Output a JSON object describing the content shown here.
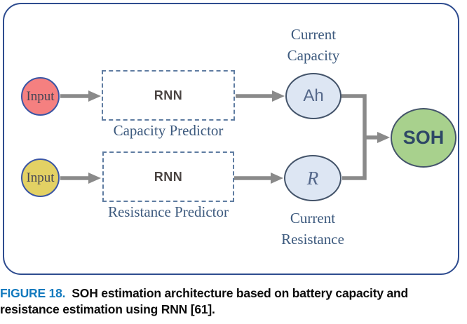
{
  "figure": {
    "nodes": {
      "input_capacity": {
        "label": "Input"
      },
      "input_resistance": {
        "label": "Input"
      },
      "rnn_capacity": {
        "label": "RNN",
        "caption": "Capacity Predictor"
      },
      "rnn_resistance": {
        "label": "RNN",
        "caption": "Resistance Predictor"
      },
      "capacity_node": {
        "label": "Ah",
        "annotation_line1": "Current",
        "annotation_line2": "Capacity"
      },
      "resistance_node": {
        "label": "R",
        "annotation_line1": "Current",
        "annotation_line2": "Resistance"
      },
      "soh_node": {
        "label": "SOH"
      }
    },
    "edges": [
      {
        "from": "input_capacity",
        "to": "rnn_capacity"
      },
      {
        "from": "rnn_capacity",
        "to": "capacity_node_Ah"
      },
      {
        "from": "input_resistance",
        "to": "rnn_resistance"
      },
      {
        "from": "rnn_resistance",
        "to": "resistance_node_R"
      },
      {
        "from": "capacity_node_Ah",
        "to": "soh_node"
      },
      {
        "from": "resistance_node_R",
        "to": "soh_node"
      }
    ]
  },
  "caption": {
    "label": "FIGURE 18.",
    "line1": "SOH estimation architecture based on battery capacity and",
    "line2": "resistance estimation using RNN [61]."
  },
  "colors": {
    "panel_border": "#2e4c8f",
    "dashed_box": "#5f7ca1",
    "arrow": "#8a8a8a",
    "input_capacity_fill": "#f58080",
    "input_resistance_fill": "#e3d164",
    "estimate_node_fill": "#dde6f3",
    "soh_fill": "#a8d18d",
    "node_stroke": "#44546a",
    "label_text": "#3d5a7e",
    "figure_label_accent": "#137abe"
  }
}
